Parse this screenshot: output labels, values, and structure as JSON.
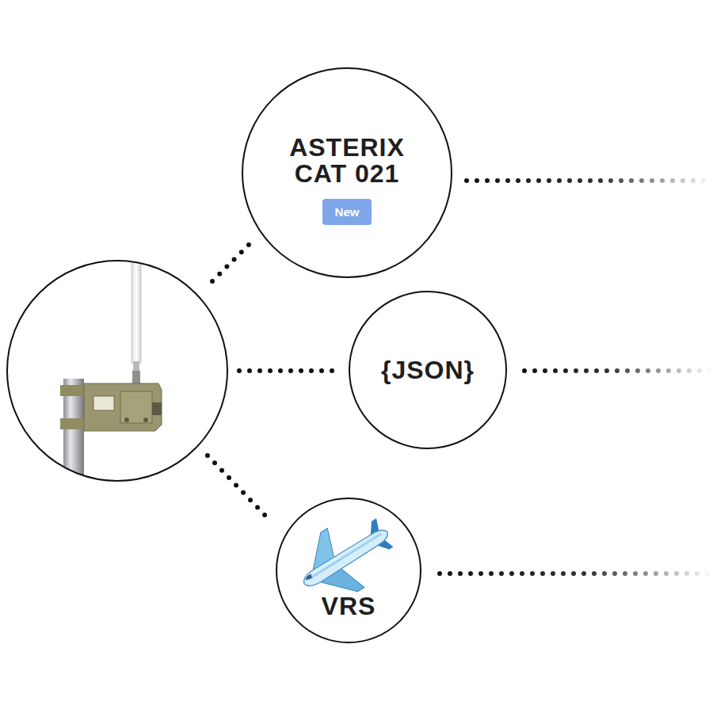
{
  "diagram": {
    "nodes": [
      {
        "text": [
          "ASTERIX CAT 021"
        ]
      },
      {
        "text": [
          "New"
        ],
        "in": 0
      },
      {
        "text": [
          "{JSON}"
        ]
      },
      {
        "text": [
          "VRS"
        ]
      }
    ]
  }
}
